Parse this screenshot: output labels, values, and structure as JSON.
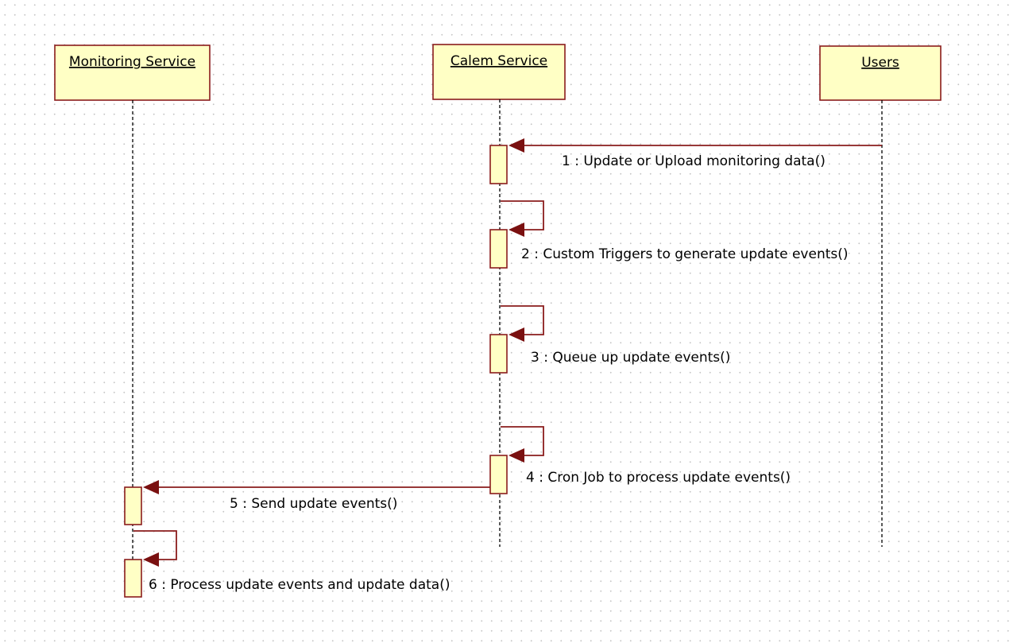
{
  "diagram": {
    "participants": [
      {
        "id": "monitoring",
        "label": "Monitoring Service"
      },
      {
        "id": "calem",
        "label": "Calem Service"
      },
      {
        "id": "users",
        "label": "Users"
      }
    ],
    "messages": [
      {
        "id": "m1",
        "label": "1 : Update or Upload monitoring data()",
        "from": "users",
        "to": "calem"
      },
      {
        "id": "m2",
        "label": "2 : Custom Triggers to generate update events()",
        "from": "calem",
        "to": "calem"
      },
      {
        "id": "m3",
        "label": "3 : Queue up update events()",
        "from": "calem",
        "to": "calem"
      },
      {
        "id": "m4",
        "label": "4 : Cron Job to process update events()",
        "from": "calem",
        "to": "calem"
      },
      {
        "id": "m5",
        "label": "5 : Send update events()",
        "from": "calem",
        "to": "monitoring"
      },
      {
        "id": "m6",
        "label": "6 : Process update events and update data()",
        "from": "monitoring",
        "to": "monitoring"
      }
    ]
  },
  "colors": {
    "box_fill": "#ffffc5",
    "box_stroke": "#8a1c1c",
    "arrow": "#7a1010"
  }
}
